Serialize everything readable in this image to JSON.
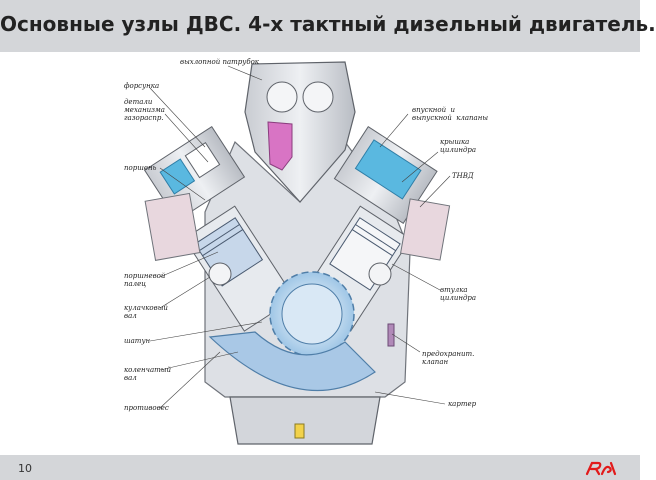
{
  "slide": {
    "title": "Основные узлы ДВС. 4-х тактный дизельный двигатель.",
    "page_number": "10",
    "colors": {
      "bar": "#d4d6d9",
      "logo": "#e21a1a",
      "coolant": "#5ab8e0",
      "pipe": "#d874c4"
    }
  },
  "labels": {
    "exhaust_pipe": "выхлопной   патрубок",
    "injector": "форсунка",
    "gas_dist": "детали\nмеханизма\nгазораспр.",
    "piston": "поршень",
    "valves": "впускной  и\nвыпускной  клапаны",
    "cover": "крышка\nцилиндра",
    "tnvd": "ТНВД",
    "pin": "поршневой\nпалец",
    "camshaft": "кулачковый\nвал",
    "rod": "шатун",
    "crankshaft": "коленчатый\nвал",
    "counterweight": "противовес",
    "sleeve": "втулка\nцилиндра",
    "safety_valve": "предохранит.\nклапан",
    "crankcase": "картер"
  }
}
